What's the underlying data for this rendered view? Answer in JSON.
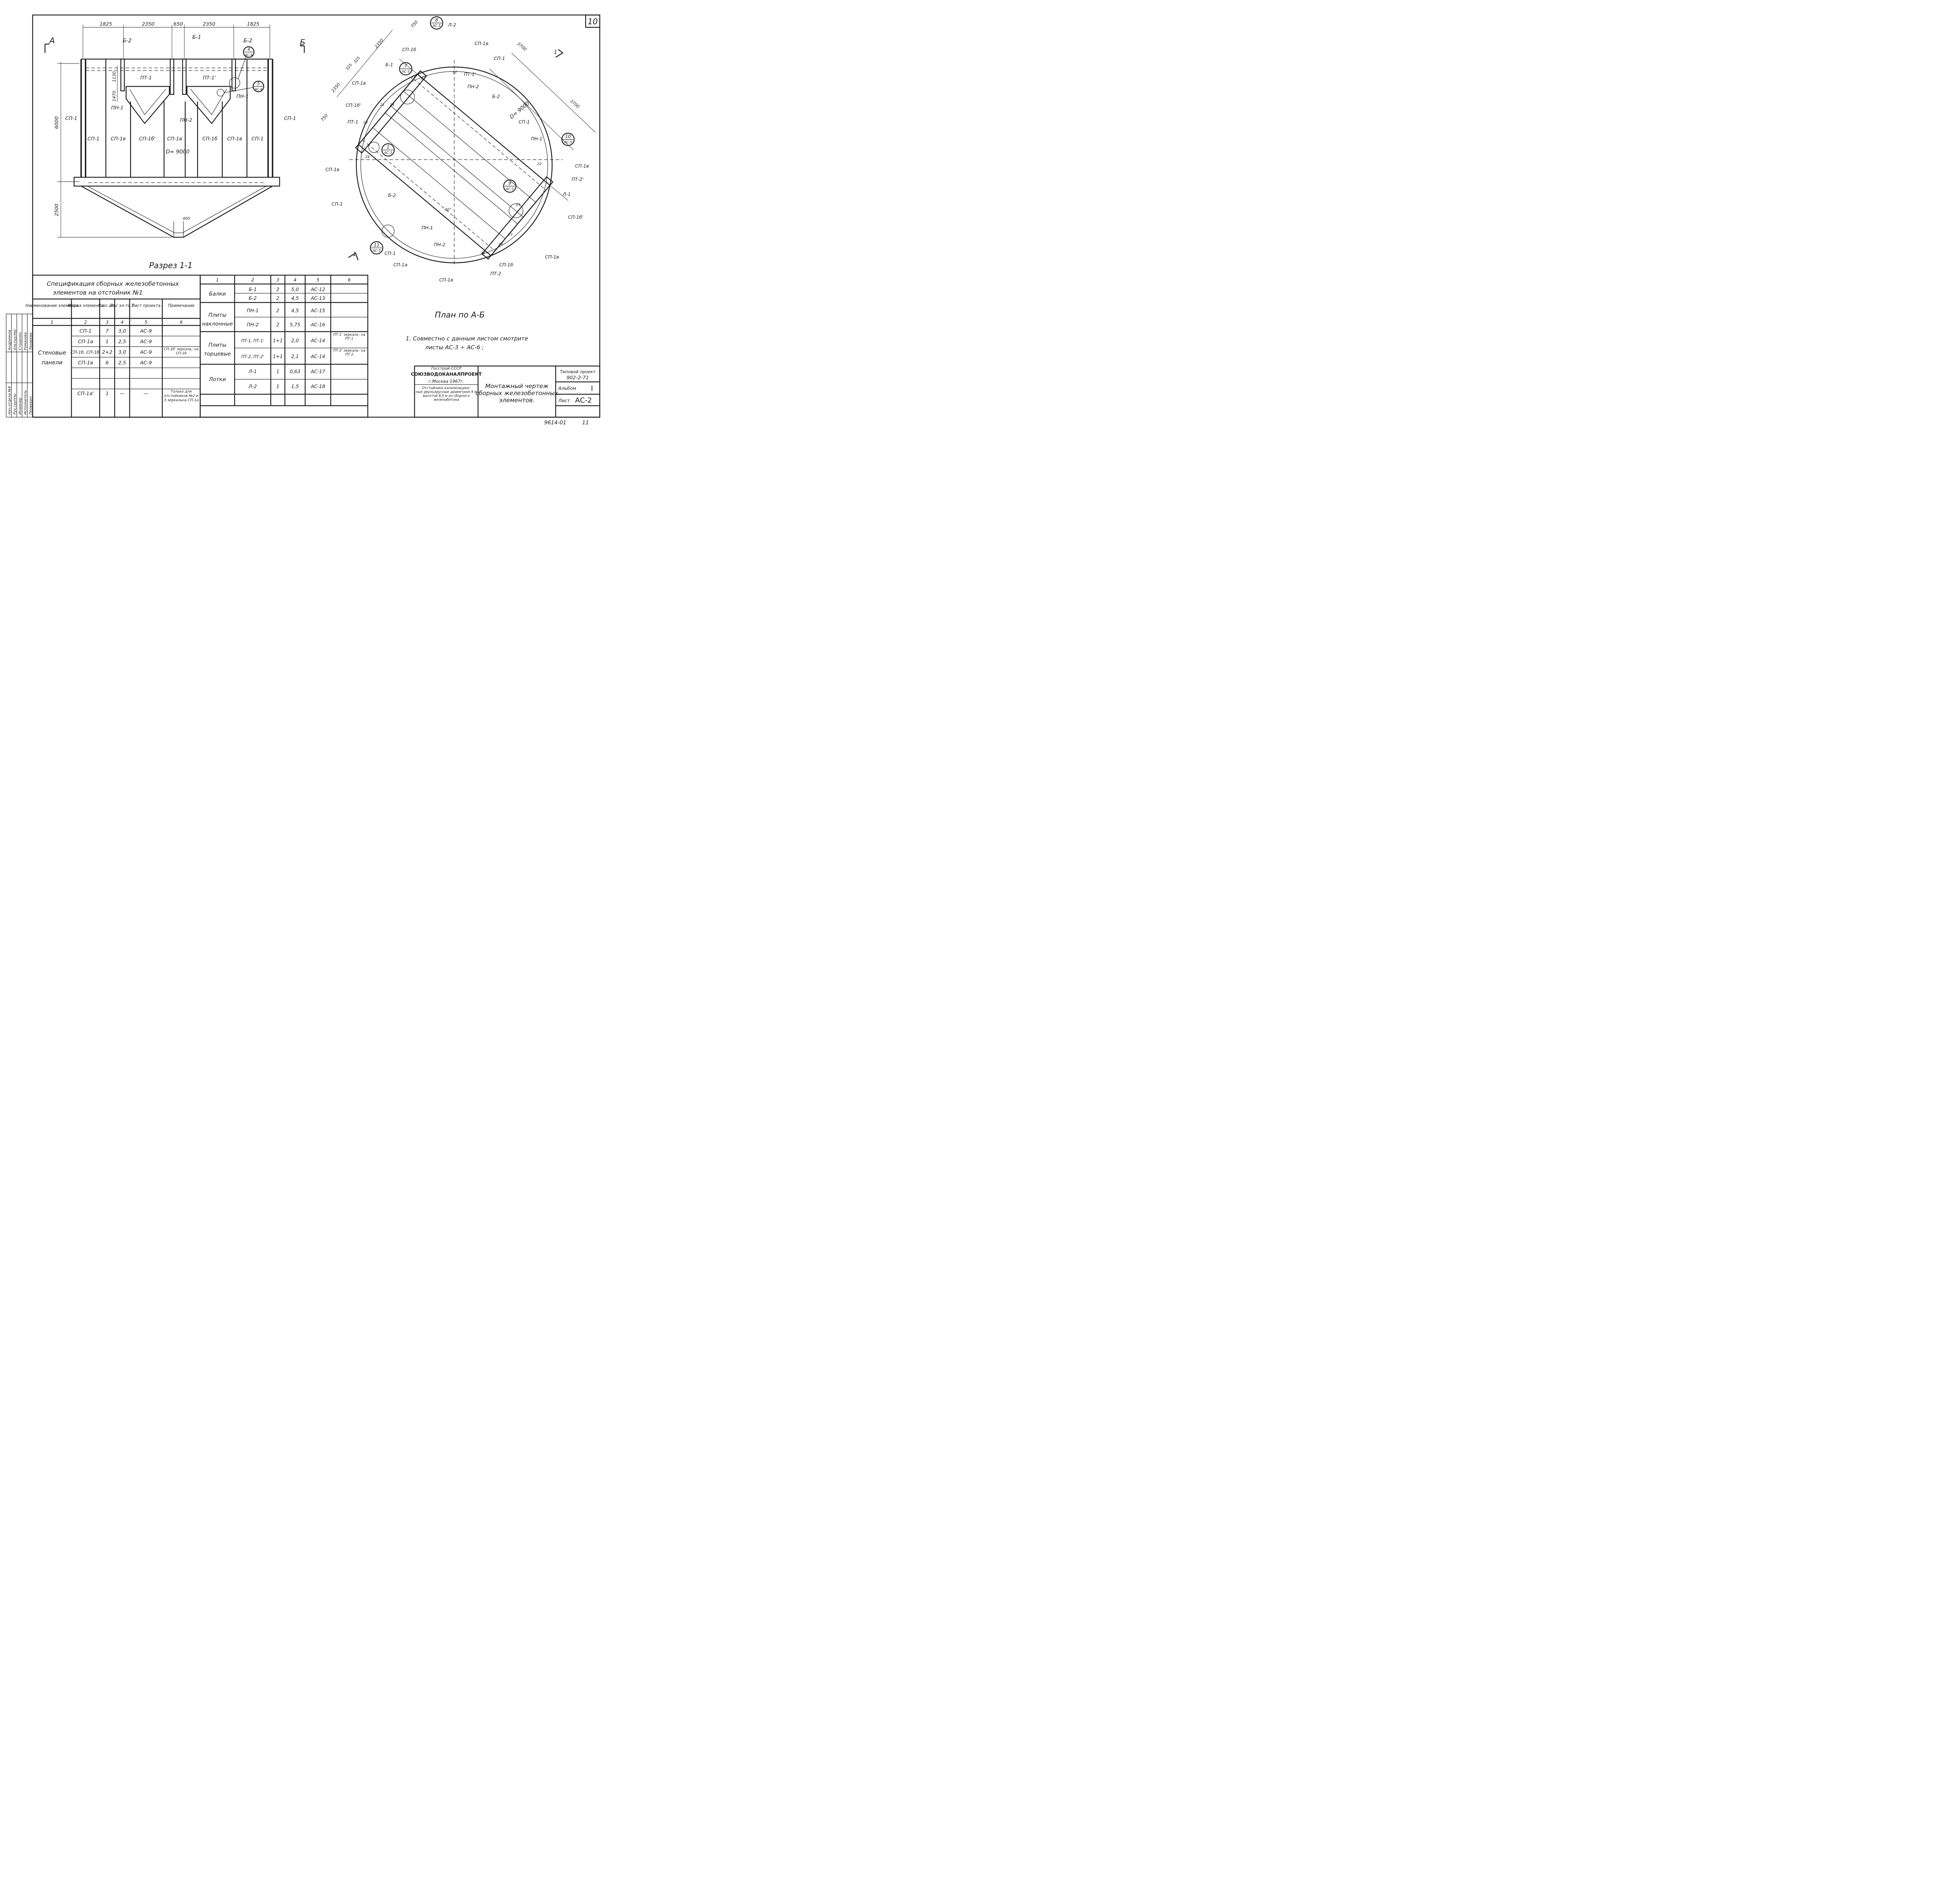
{
  "sheet_number": "10",
  "bottom_codes": {
    "left": "9614-01",
    "right": "11"
  },
  "section": {
    "title": "Разрез 1-1",
    "label_left": "А",
    "label_right": "Б",
    "dims_top": [
      "1825",
      "2350",
      "650",
      "2350",
      "1825"
    ],
    "dim_height": "6000",
    "dim_cone": "2500",
    "dim_1130": "1130",
    "dim_1470": "1470",
    "dim_400": "400",
    "diameter": "D= 9000",
    "labels": {
      "b2_left": "Б-2",
      "b1": "Б-1",
      "b2_right": "Б-2",
      "pt1": "ПТ-1",
      "pt1p": "ПТ-1'",
      "pn1_left": "ПН-1",
      "pn2": "ПН-2",
      "pn1_right": "ПН-1",
      "sp1_outer_left": "СП-1",
      "sp1_outer_right": "СП-1",
      "panels": [
        "СП-1",
        "СП-1в",
        "СП-1б'",
        "СП-1в",
        "СП-1б",
        "СП-1в",
        "СП-1"
      ]
    },
    "bubble_4": {
      "num": "4",
      "ref": "АС-4"
    },
    "bubble_5": {
      "num": "5",
      "ref": "АС-4"
    }
  },
  "plan": {
    "title": "План по А-Б",
    "diameter": "D= 9000",
    "dims": [
      "750",
      "2350",
      "325",
      "325",
      "2350",
      "750",
      "3700",
      "3700"
    ],
    "angle": "40°",
    "section_mark": "1",
    "labels": {
      "l2": "Л-2",
      "sp1v_top": "СП-1в",
      "sp1b_top": "СП-1б",
      "sp1_top": "СП-1",
      "pt1p": "ПТ-1'",
      "pn2_top": "ПН-2",
      "b2_top": "Б-2",
      "b1": "Б-1",
      "sp1v_left": "СП-1в",
      "sp1bp": "СП-1б'",
      "pt1": "ПТ-1",
      "sp1_right": "СП-1",
      "pn1_right": "ПН-1",
      "sp1v_right": "СП-1в",
      "pt2p": "ПТ-2'",
      "l1": "Л-1",
      "sp1bp_right": "СП-1б'",
      "sp1v_left2": "СП-1в",
      "b2_left": "Б-2",
      "sp1_left": "СП-1",
      "pn1_bottom": "ПН-1",
      "pn2_bottom": "ПН-2",
      "sp1_bottom": "СП-1",
      "sp1a": "СП-1а",
      "sp1v_bottom": "СП-1в",
      "pt2": "ПТ-2",
      "sp1b_bottom": "СП-1б",
      "sp1v_br": "СП-1в"
    },
    "bubbles": [
      {
        "num": "8",
        "ref": "АС-5"
      },
      {
        "num": "7",
        "ref": "АС-5"
      },
      {
        "num": "1",
        "ref": "АС-3"
      },
      {
        "num": "10",
        "ref": "АС-5"
      },
      {
        "num": "9",
        "ref": "АС-5"
      },
      {
        "num": "11",
        "ref": "АС-5"
      }
    ],
    "joint_numbers": [
      "22",
      "22",
      "21",
      "24",
      "21",
      "22",
      "24",
      "22",
      "23",
      "24",
      "23",
      "24"
    ]
  },
  "note": {
    "line1": "1. Совместно с данным листом смотрите",
    "line2": "листы  АС-3 ÷ АС-6 ;"
  },
  "spec": {
    "title1": "Спецификация сборных железобетонных",
    "title2": "элементов на отстойник №1",
    "headers": [
      "Наименование элемента",
      "Марка элемента",
      "К-во шт.",
      "Вес эл-та Т",
      "Лист проекта",
      "Примечание"
    ],
    "col_numbers": [
      "1",
      "2",
      "3",
      "4",
      "5",
      "6"
    ],
    "group_name1": "Стеновые",
    "group_name2": "панели",
    "rows": [
      [
        "СП-1",
        "7",
        "3,0",
        "АС-9",
        ""
      ],
      [
        "СП-1а",
        "1",
        "2,5",
        "АС-9",
        ""
      ],
      [
        "СП-1б, СП-1б'",
        "2+2",
        "3,0",
        "АС-9",
        "СП-1б' зеркаль- на СП-1б"
      ],
      [
        "СП-1в",
        "6",
        "2,5",
        "АС-9",
        ""
      ],
      [
        "",
        "",
        "",
        "",
        ""
      ],
      [
        "",
        "",
        "",
        "",
        ""
      ],
      [
        "СП-1а'",
        "1",
        "—",
        "—",
        "Только для отстойников №2 и 3 зеркальна СП-1а"
      ]
    ]
  },
  "spec2": {
    "col_numbers": [
      "1",
      "2",
      "3",
      "4",
      "5",
      "6"
    ],
    "groups": [
      {
        "name": [
          "Балки"
        ],
        "rows": [
          [
            "Б-1",
            "2",
            "5,0",
            "АС-12",
            ""
          ],
          [
            "Б-2",
            "2",
            "4,5",
            "АС-13",
            ""
          ]
        ]
      },
      {
        "name": [
          "Плиты",
          "наклонные"
        ],
        "rows": [
          [
            "ПН-1",
            "2",
            "4,5",
            "АС-15",
            ""
          ],
          [
            "ПН-2",
            "2",
            "5,75",
            "АС-16",
            ""
          ]
        ]
      },
      {
        "name": [
          "Плиты",
          "торцевые"
        ],
        "rows": [
          [
            "ПТ-1, ПТ-1'",
            "1+1",
            "2,0",
            "АС-14",
            "ПТ-1' зеркаль- на ПТ-1"
          ],
          [
            "ПТ-2, ПТ-2'",
            "1+1",
            "2,1",
            "АС-14",
            "ПТ-2' зеркаль- на ПТ-2"
          ]
        ]
      },
      {
        "name": [
          "Лотки"
        ],
        "rows": [
          [
            "Л-1",
            "1",
            "0,63",
            "АС-17",
            ""
          ],
          [
            "Л-2",
            "1",
            "1,5",
            "АС-18",
            ""
          ]
        ]
      }
    ]
  },
  "stamp": {
    "org1": "Госстрой СССР",
    "org2": "СОЮЗВОДОКАНАЛПРОЕКТ",
    "city": "г.Москва 1967г.",
    "desc": [
      "Отстойники канализацион-",
      "ные двухъярусные диаметром 9 м",
      "высотой 8,5 м  из сборного",
      "железобетона"
    ],
    "title": [
      "Монтажный чертеж",
      "сборных железобетонных",
      "элементов."
    ],
    "project_label": "Типовой проект",
    "project_num": "902-2-71",
    "album_label": "Альбом",
    "album_num": "I",
    "sheet_label": "Лист",
    "sheet_num": "АС-2"
  },
  "side_stamp": {
    "roles": [
      "Нач.отдела №8",
      "Рук.группы",
      "Инженер",
      "Исполнитель",
      "Проверил"
    ],
    "names": [
      "Андриянов",
      "Альтшулер",
      "Стоценко",
      "Романова",
      "Лазарева"
    ]
  }
}
